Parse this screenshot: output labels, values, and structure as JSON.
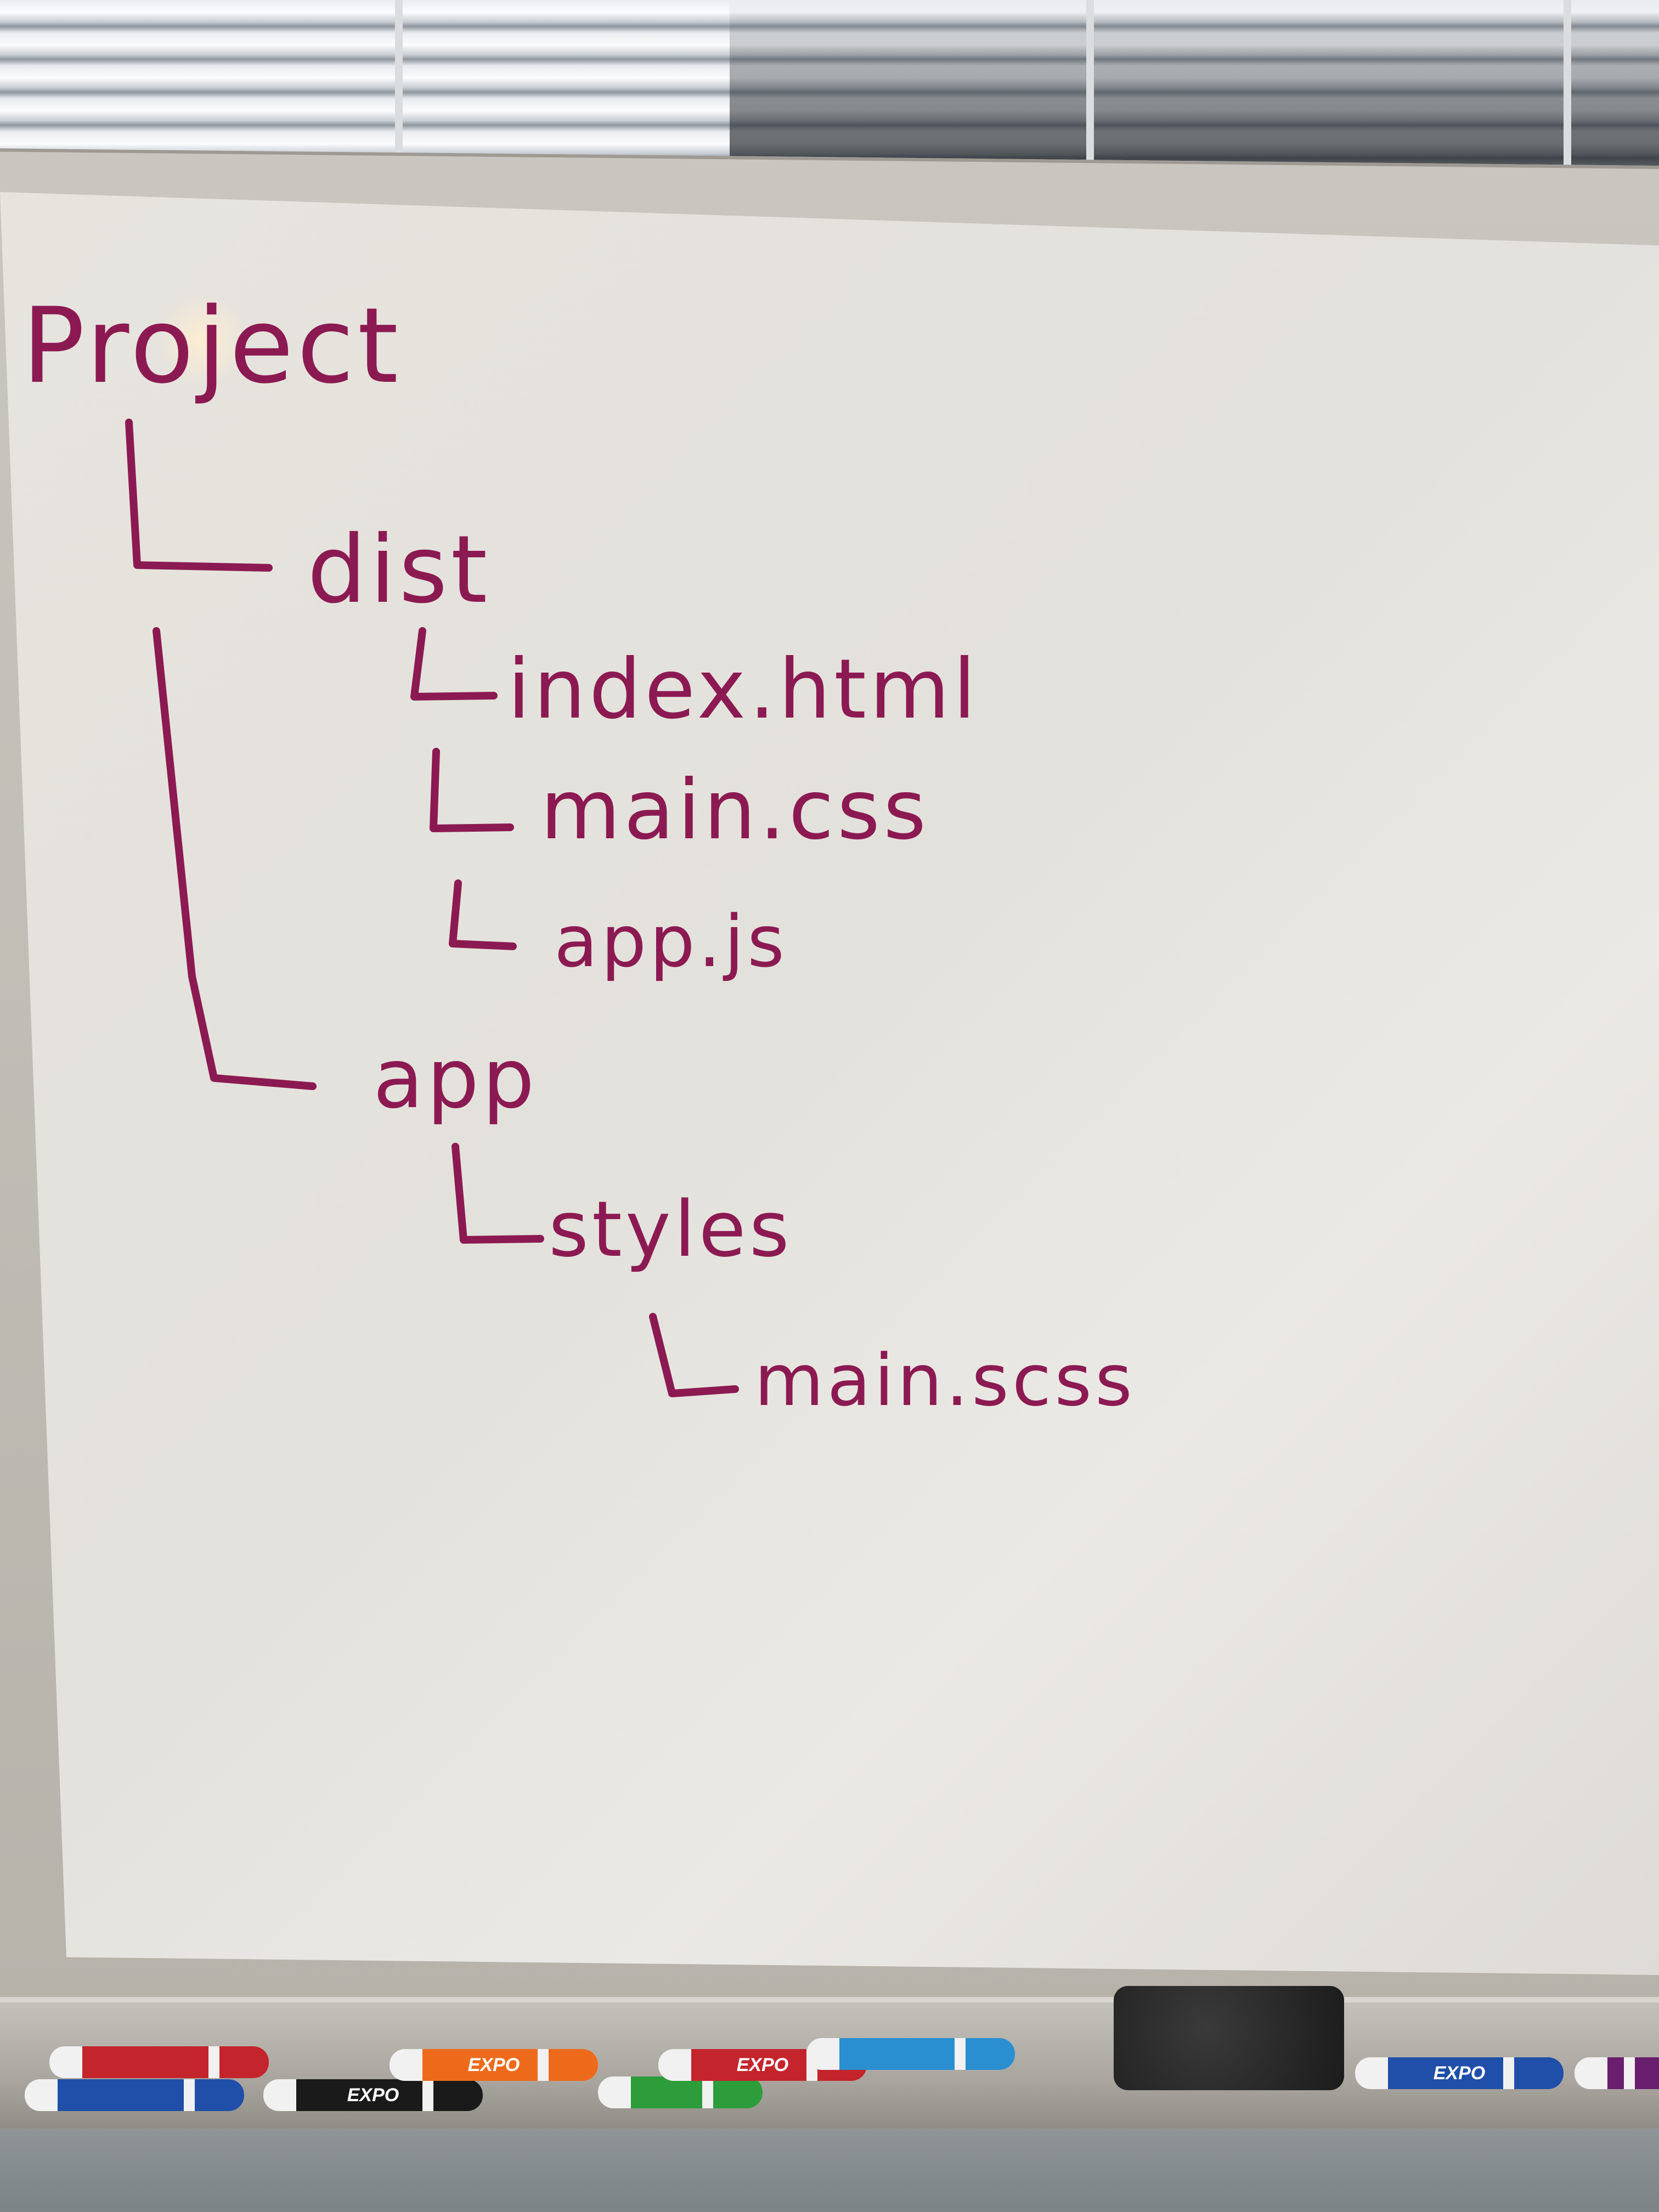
{
  "whiteboard": {
    "root": "Project",
    "tree": [
      {
        "label": "dist"
      },
      {
        "label": "index.html"
      },
      {
        "label": "main.css"
      },
      {
        "label": "app.js"
      },
      {
        "label": "app"
      },
      {
        "label": "styles"
      },
      {
        "label": "main.scss"
      }
    ],
    "ink_color": "#8c1a52"
  },
  "markers": [
    {
      "brand": "",
      "color": "#c4242b"
    },
    {
      "brand": "",
      "color": "#1f4fa8"
    },
    {
      "brand": "EXPO",
      "color": "#1a1a1a"
    },
    {
      "brand": "EXPO",
      "color": "#ee6a1b"
    },
    {
      "brand": "",
      "color": "#2c9d3a"
    },
    {
      "brand": "EXPO",
      "color": "#c4242b"
    },
    {
      "brand": "",
      "color": "#2a8fd0"
    },
    {
      "brand": "EXPO",
      "color": "#1f4fa8"
    },
    {
      "brand": "",
      "color": "#6a1e6e"
    }
  ]
}
